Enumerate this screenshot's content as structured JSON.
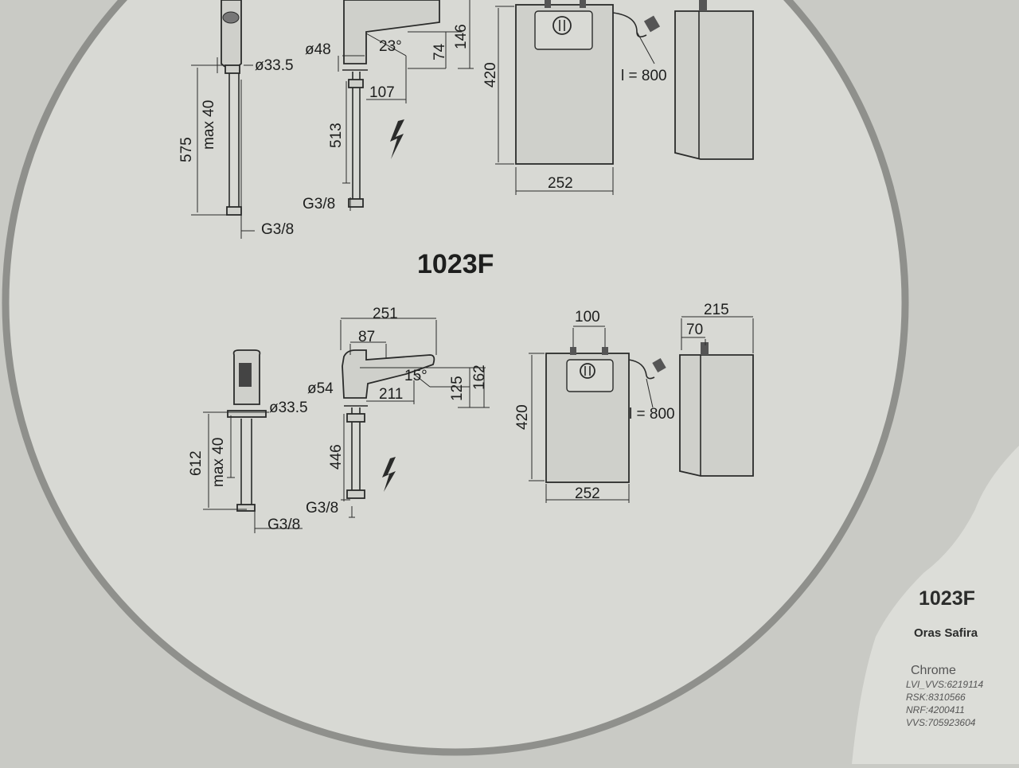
{
  "top_model": {
    "faucet_side": {
      "diameter": "ø33.5",
      "max": "max 40",
      "height": "575",
      "thread": "G3/8"
    },
    "faucet_front": {
      "diameter": "ø48",
      "angle": "23°",
      "spout_height": "74",
      "total_height": "146",
      "reach": "107",
      "hose": "513",
      "thread": "G3/8"
    },
    "heater_front": {
      "height": "420",
      "cable": "l = 800",
      "width": "252"
    }
  },
  "model_code": "1023F",
  "bottom_model": {
    "faucet_side": {
      "diameter": "ø33.5",
      "max": "max 40",
      "height": "612",
      "thread": "G3/8"
    },
    "faucet_front": {
      "width": "251",
      "offset": "87",
      "diameter": "ø54",
      "angle": "15°",
      "reach": "211",
      "spout_height": "125",
      "total_height": "162",
      "hose": "446",
      "thread": "G3/8"
    },
    "heater_front": {
      "connection_spacing": "100",
      "height": "420",
      "cable": "l = 800",
      "width": "252"
    },
    "heater_side": {
      "depth": "215",
      "offset": "70"
    }
  },
  "label": {
    "code": "1023F",
    "name": "Oras Safira",
    "finish": "Chrome",
    "refs": [
      "LVI_VVS:6219114",
      "RSK:8310566",
      "NRF:4200411",
      "VVS:705923604"
    ]
  },
  "colors": {
    "paper": "#c9cac5",
    "circle": "#8f908c",
    "ink": "#1d1e1d"
  }
}
